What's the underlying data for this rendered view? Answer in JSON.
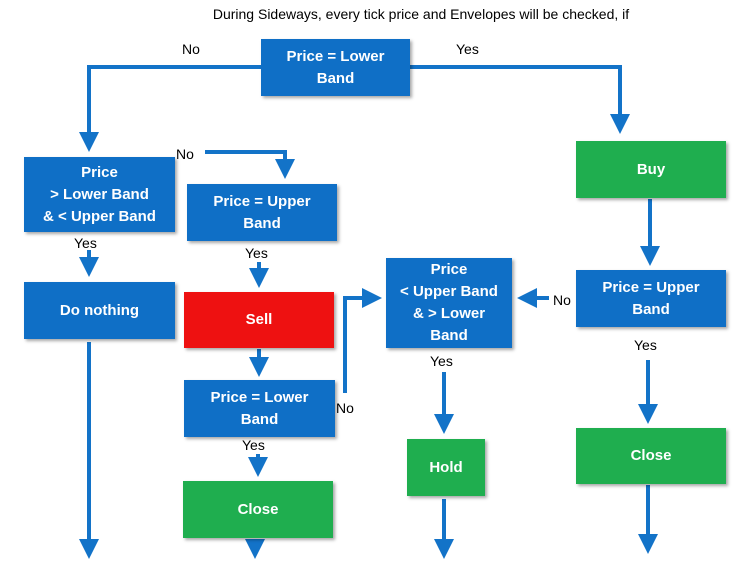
{
  "title": "During Sideways, every tick price and Envelopes will be checked, if",
  "colors": {
    "decision": "#0f6fc6",
    "buy_close_hold": "#1fae4f",
    "sell": "#ee1111",
    "arrow": "#1373c8"
  },
  "nodes": {
    "start": "Price = Lower\nBand",
    "mid_band_left": "Price\n> Lower Band\n& < Upper Band",
    "do_nothing": "Do nothing",
    "upper_band_left": "Price = Upper\nBand",
    "sell": "Sell",
    "lower_band_after_sell": "Price = Lower\nBand",
    "close_left": "Close",
    "mid_band_center": "Price\n< Upper Band\n& > Lower\nBand",
    "hold": "Hold",
    "buy": "Buy",
    "upper_band_right": "Price = Upper\nBand",
    "close_right": "Close"
  },
  "edge_labels": {
    "start_no": "No",
    "start_yes": "Yes",
    "mid_left_no": "No",
    "mid_left_yes": "Yes",
    "upper_left_yes": "Yes",
    "lower_after_sell_no": "No",
    "lower_after_sell_yes": "Yes",
    "mid_center_yes": "Yes",
    "upper_right_no": "No",
    "upper_right_yes": "Yes"
  }
}
